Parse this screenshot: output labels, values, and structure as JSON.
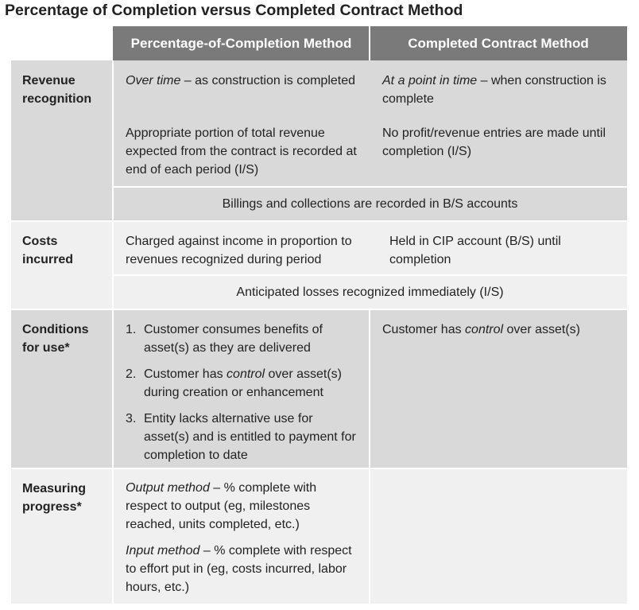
{
  "title": "Percentage of Completion versus Completed Contract Method",
  "headers": {
    "poc": "Percentage-of-Completion Method",
    "cc": "Completed Contract Method"
  },
  "revenue": {
    "label": "Revenue recognition",
    "poc_timing_em": "Over time",
    "poc_timing_rest": " – as construction is completed",
    "cc_timing_em": "At a point in time",
    "cc_timing_rest": " – when construction is complete",
    "poc_record": "Appropriate portion of total revenue expected from the contract is recorded at end of each period (I/S)",
    "cc_record": "No profit/revenue entries are made until completion (I/S)",
    "shared": "Billings and collections are recorded in B/S accounts"
  },
  "costs": {
    "label": "Costs incurred",
    "poc": "Charged against income in proportion to revenues recognized during period",
    "cc": "Held in CIP account (B/S) until completion",
    "shared": "Anticipated losses recognized immediately (I/S)"
  },
  "conditions": {
    "label": "Conditions for use*",
    "items": [
      {
        "num": "1.",
        "pre": "Customer consumes benefits of asset(s) as they are delivered",
        "em": "",
        "post": ""
      },
      {
        "num": "2.",
        "pre": "Customer has ",
        "em": "control",
        "post": " over asset(s) during creation or enhancement"
      },
      {
        "num": "3.",
        "pre": "Entity lacks alternative use for asset(s) and is entitled to payment for completion to date",
        "em": "",
        "post": ""
      }
    ],
    "cc_pre": "Customer has ",
    "cc_em": "control",
    "cc_post": " over asset(s)"
  },
  "measuring": {
    "label": "Measuring progress*",
    "output_em": "Output method",
    "output_rest": " – % complete with respect to output (eg, milestones reached, units completed, etc.)",
    "input_em": "Input method",
    "input_rest": " – % complete with respect to effort put in (eg, costs incurred, labor hours, etc.)"
  }
}
